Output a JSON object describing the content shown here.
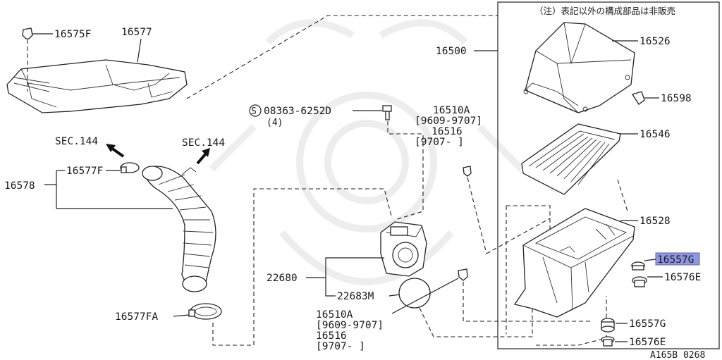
{
  "diagram": {
    "note": "（注）表記以外の構成部品は非販売",
    "ref_code": "A165B 0268",
    "highlight_color": "#8f97e0",
    "labels": {
      "p16575F": "16575F",
      "p16577": "16577",
      "p16500": "16500",
      "p16526": "16526",
      "p16598": "16598",
      "p16546": "16546",
      "p16528": "16528",
      "p16557G_hl": "16557G",
      "p16576E_a": "16576E",
      "p16557G_b": "16557G",
      "p16576E_b": "16576E",
      "p16578": "16578",
      "p16577F": "16577F",
      "p16577FA": "16577FA",
      "sec144_a": "SEC.144",
      "sec144_b": "SEC.144",
      "bolt_code": "08363-6252D",
      "bolt_qty": "(4)",
      "s_mark": "S",
      "p16510A_top": "16510A",
      "range_top_a": "[9609-9707]",
      "p16516_top": "16516",
      "range_top_b": "[9707-      ]",
      "p22680": "22680",
      "p22683M": "22683M",
      "p16510A_bot": "16510A",
      "range_bot_a": "[9609-9707]",
      "p16516_bot": "16516",
      "range_bot_b": "[9707-      ]"
    }
  }
}
